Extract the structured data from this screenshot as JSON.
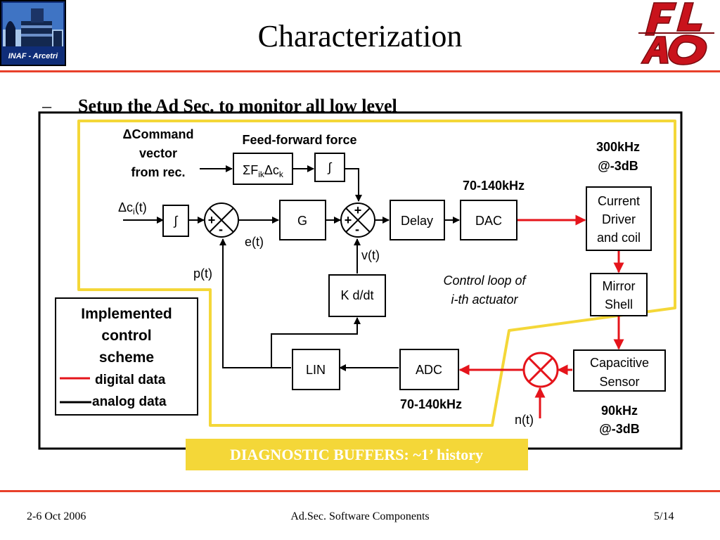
{
  "title": "Characterization",
  "bullet": {
    "dash": "–",
    "text": "Setup the Ad Sec. to monitor all low level"
  },
  "logos": {
    "left_text": "INAF - Arcetri",
    "right_text": "FLAO"
  },
  "diagram": {
    "command_vector": [
      "ΔCommand",
      "vector",
      "from rec."
    ],
    "feed_forward_label": "Feed-forward force",
    "sum_block": {
      "main": "ΣF",
      "sub1": "ik",
      "delta": "Δc",
      "sub2": "k"
    },
    "integral_symbol": "∫",
    "input_label": {
      "main": "Δc",
      "sub": "i",
      "tail": "(t)"
    },
    "blocks": {
      "g": "G",
      "delay": "Delay",
      "dac": "DAC",
      "kddt": "K d/dt",
      "lin": "LIN",
      "adc": "ADC",
      "current_driver": [
        "Current",
        "Driver",
        "and coil"
      ],
      "mirror_shell": [
        "Mirror",
        "Shell"
      ],
      "capacitive_sensor": [
        "Capacitive",
        "Sensor"
      ]
    },
    "signals": {
      "e": "e(t)",
      "v": "v(t)",
      "p": "p(t)",
      "n": "n(t)"
    },
    "sum_signs": {
      "plus": "+",
      "minus": "-"
    },
    "freq": {
      "driver_bw": [
        "300kHz",
        "@-3dB"
      ],
      "dac_rate": "70-140kHz",
      "adc_rate": "70-140kHz",
      "sensor_bw": [
        "90kHz",
        "@-3dB"
      ]
    },
    "loop_caption": [
      "Control loop of",
      "i-th actuator"
    ],
    "legend": {
      "title": [
        "Implemented",
        "control",
        "scheme"
      ],
      "digital": "digital data",
      "analog": "analog data",
      "digital_color": "#e5141b",
      "analog_color": "#000000"
    },
    "buffers_label": "DIAGNOSTIC BUFFERS: ~1’ history",
    "buffer_color": "#f4d738"
  },
  "footer": {
    "date": "2-6 Oct 2006",
    "center": "Ad.Sec. Software Components",
    "page": "5/14"
  }
}
